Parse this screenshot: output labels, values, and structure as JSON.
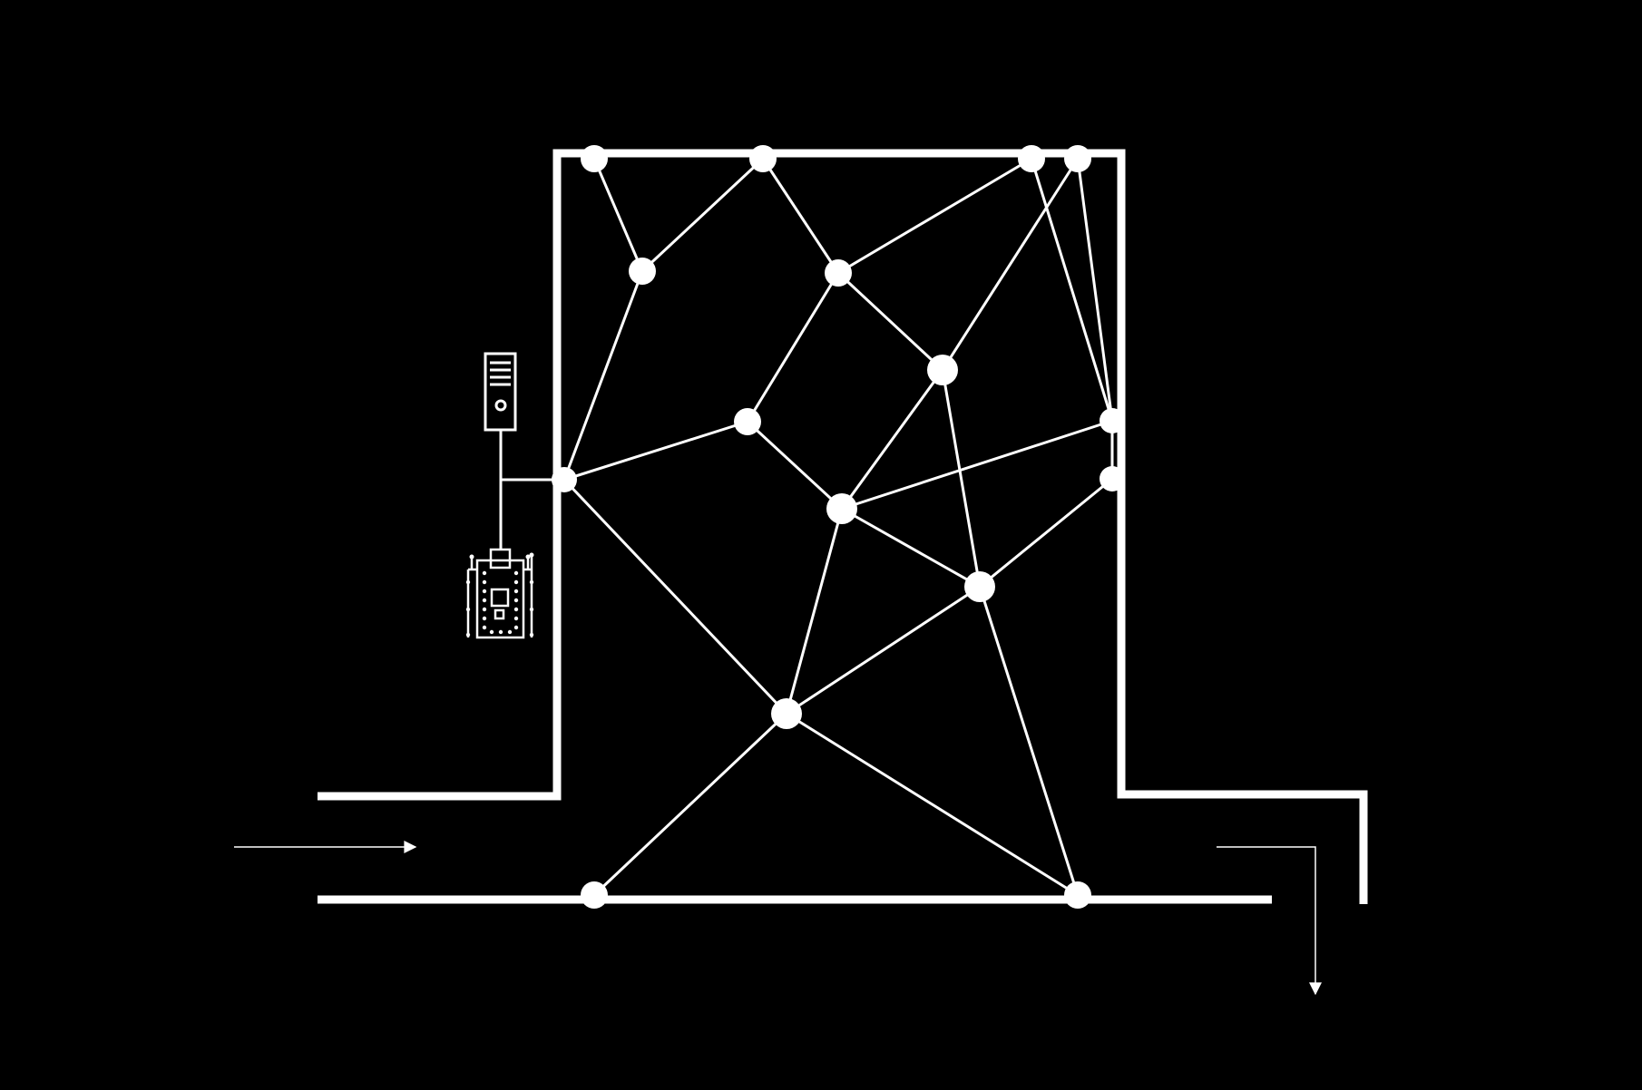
{
  "colors": {
    "background": "#000000",
    "foreground": "#ffffff"
  },
  "diagram": {
    "elements": [
      {
        "name": "duct-channel",
        "kind": "outline"
      },
      {
        "name": "sensor-node",
        "kind": "node"
      },
      {
        "name": "sensor-link",
        "kind": "edge"
      },
      {
        "name": "computer-tower-icon",
        "kind": "icon"
      },
      {
        "name": "circuit-board-icon",
        "kind": "icon"
      },
      {
        "name": "inflow-arrow",
        "kind": "arrow",
        "direction": "right"
      },
      {
        "name": "outflow-arrow",
        "kind": "arrow",
        "direction": "down"
      }
    ]
  }
}
